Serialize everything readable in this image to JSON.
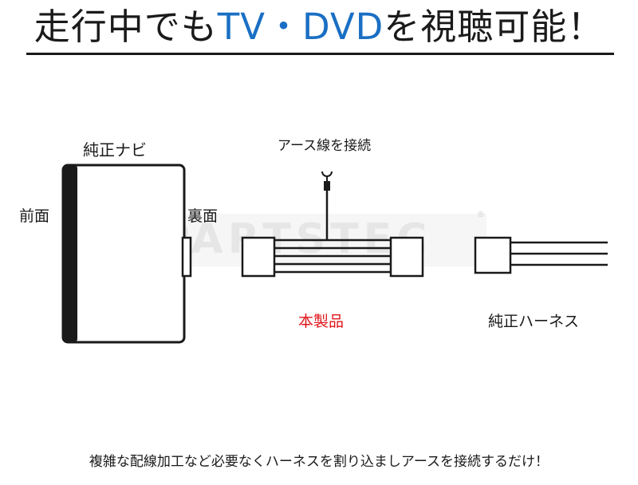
{
  "header": {
    "title_pre": "走行中でも",
    "title_accent": "TV・DVD",
    "title_post": "を視聴可能！",
    "accent_color": "#1a6fc4"
  },
  "watermark": {
    "text": "PARTSTEC",
    "reg_mark": "®"
  },
  "diagram": {
    "navi_label": "純正ナビ",
    "front_label": "前面",
    "back_label": "裏面",
    "ground_label": "アース線を接続",
    "product_label": "本製品",
    "product_color": "#e0161b",
    "harness_label": "純正ハーネス"
  },
  "footer": {
    "caption": "複雑な配線加工など必要なくハーネスを割り込ましアースを接続するだけ！"
  }
}
